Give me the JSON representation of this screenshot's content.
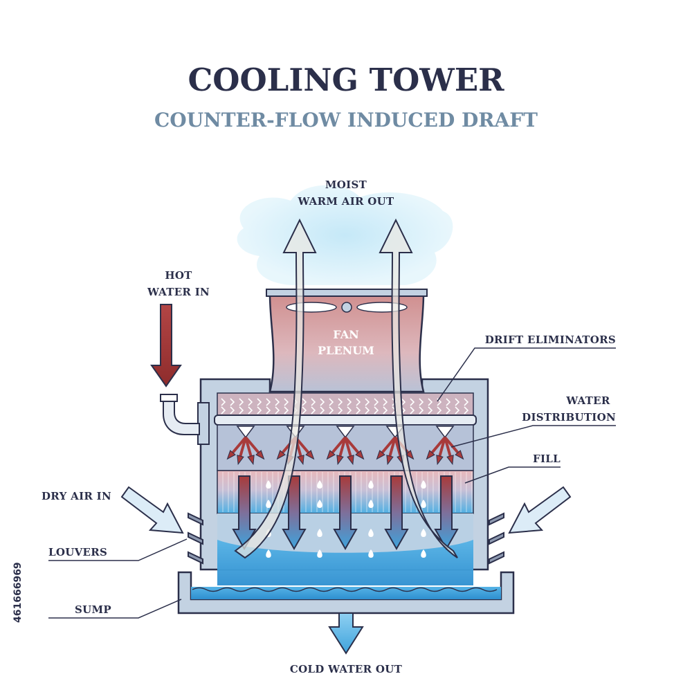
{
  "title": "COOLING TOWER",
  "subtitle": "COUNTER-FLOW INDUCED DRAFT",
  "labels": {
    "moist_air_1": "MOIST",
    "moist_air_2": "WARM AIR OUT",
    "hot_water_1": "HOT",
    "hot_water_2": "WATER IN",
    "fan_plenum_1": "FAN",
    "fan_plenum_2": "PLENUM",
    "drift_eliminators": "DRIFT ELIMINATORS",
    "water_distribution_1": "WATER",
    "water_distribution_2": "DISTRIBUTION",
    "fill": "FILL",
    "dry_air_in": "DRY AIR IN",
    "louvers": "LOUVERS",
    "sump": "SUMP",
    "cold_water_out": "COLD WATER OUT"
  },
  "stock_id": "461666969",
  "colors": {
    "outline": "#2b2f4a",
    "title": "#2b2f4a",
    "subtitle": "#6f8ba3",
    "hot_red": "#a83a3a",
    "cold_blue": "#3fa3dc",
    "frame": "#c3d2e2",
    "plenum": "#d6a3a3",
    "air_arrow": "#e9e7e2"
  }
}
